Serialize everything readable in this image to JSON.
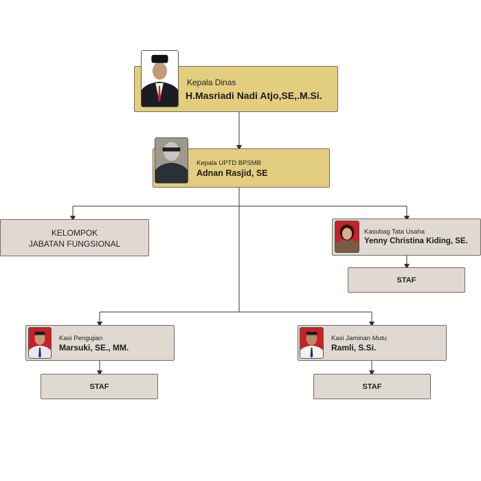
{
  "head": {
    "role": "Kepala Dinas",
    "name": "H.Masriadi Nadi Atjo,SE,.M.Si."
  },
  "uptd": {
    "role": "Kepala UPTD BPSMB",
    "name": "Adnan Rasjid, SE"
  },
  "fungsional": {
    "line1": "KELOMPOK",
    "line2": "JABATAN FUNGSIONAL"
  },
  "tata_usaha": {
    "role": "Kasubag Tata Usaha",
    "name": "Yenny Christina Kiding, SE.",
    "staff": "STAF"
  },
  "pengujian": {
    "role": "Kasi Pengujian",
    "name": "Marsuki, SE., MM.",
    "staff": "STAF"
  },
  "jaminan_mutu": {
    "role": "Kasi Jaminan Mutu",
    "name": "Ramli, S.Si.",
    "staff": "STAF"
  },
  "colors": {
    "gold_box": "#e3cd7e",
    "grey_box": "#e0d9d1",
    "connector": "#333333"
  }
}
